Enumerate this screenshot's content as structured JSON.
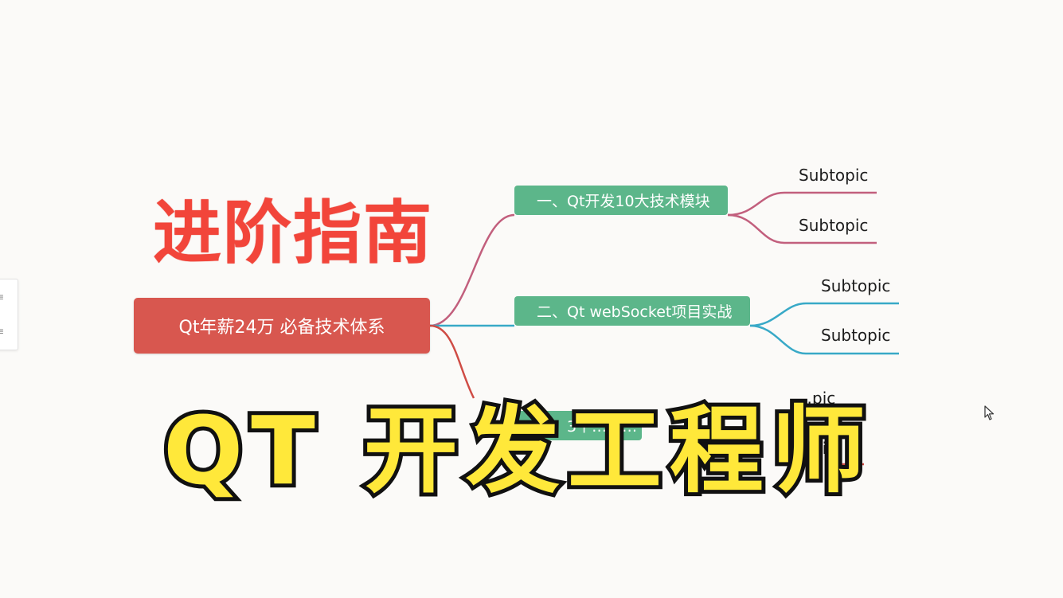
{
  "mindmap": {
    "root": "Qt年薪24万 必备技术体系",
    "branches": [
      {
        "label": "一、Qt开发10大技术模块",
        "subtopics": [
          "Subtopic",
          "Subtopic"
        ]
      },
      {
        "label": "二、Qt webSocket项目实战",
        "subtopics": [
          "Subtopic",
          "Subtopic"
        ]
      },
      {
        "label": "三、3个…握…",
        "subtopics": [
          "…pic",
          "…pic"
        ]
      }
    ]
  },
  "overlay": {
    "title_top": "进阶指南",
    "title_main": "QT 开发工程师"
  },
  "colors": {
    "root_bg": "#d8574f",
    "branch_bg": "#5cb68a",
    "branch1_line": "#c25f7d",
    "branch2_line": "#38a9c7",
    "branch3_line": "#cf4c45",
    "title_top": "#f2453a",
    "title_main": "#ffe83a"
  },
  "icons": {
    "toolbar": [
      "list-icon",
      "list-icon"
    ],
    "cursor": "mouse-pointer-icon"
  }
}
